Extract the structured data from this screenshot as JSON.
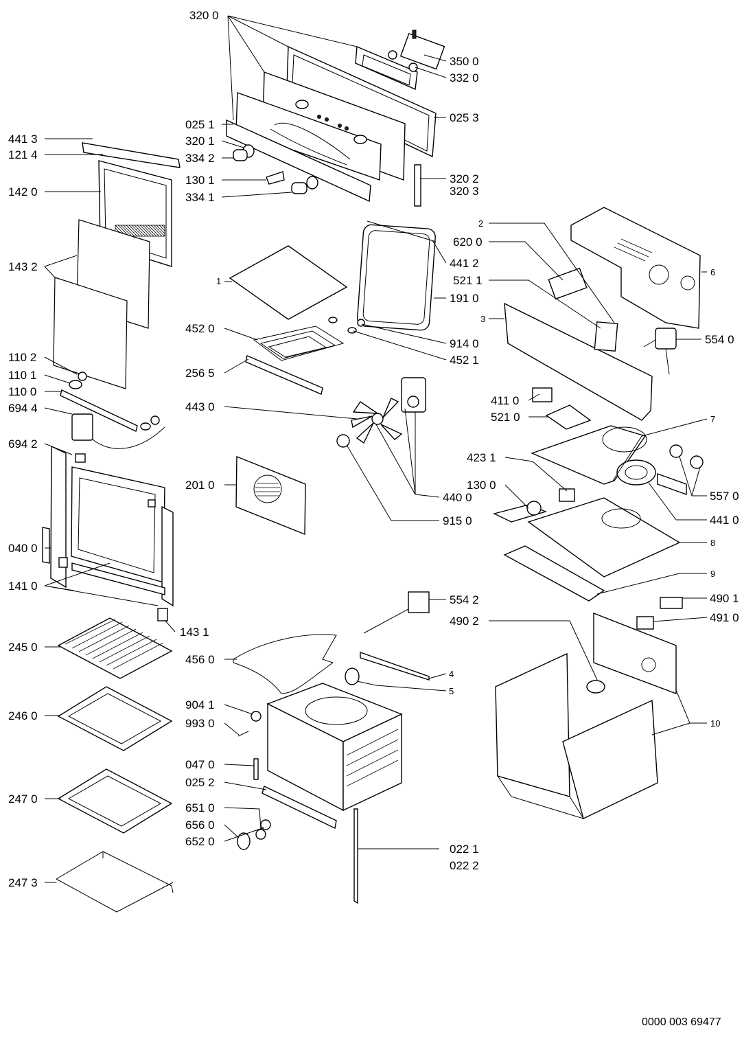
{
  "document_number": "0000 003 69477",
  "callouts": [
    {
      "id": "c3200",
      "text": "320 0"
    },
    {
      "id": "c3500",
      "text": "350 0"
    },
    {
      "id": "c3320",
      "text": "332 0"
    },
    {
      "id": "c0253",
      "text": "025 3"
    },
    {
      "id": "c0251",
      "text": "025 1"
    },
    {
      "id": "c3201",
      "text": "320 1"
    },
    {
      "id": "c3342",
      "text": "334 2"
    },
    {
      "id": "c1301",
      "text": "130 1"
    },
    {
      "id": "c3341",
      "text": "334 1"
    },
    {
      "id": "c3202",
      "text": "320 2"
    },
    {
      "id": "c3203",
      "text": "320 3"
    },
    {
      "id": "c4413",
      "text": "441 3"
    },
    {
      "id": "c1214",
      "text": "121 4"
    },
    {
      "id": "c1420",
      "text": "142 0"
    },
    {
      "id": "c1432",
      "text": "143 2"
    },
    {
      "id": "c1102",
      "text": "110 2"
    },
    {
      "id": "c1101",
      "text": "110 1"
    },
    {
      "id": "c1100",
      "text": "110 0"
    },
    {
      "id": "c6944",
      "text": "694 4"
    },
    {
      "id": "c6942",
      "text": "694 2"
    },
    {
      "id": "c0400",
      "text": "040 0"
    },
    {
      "id": "c1410",
      "text": "141 0"
    },
    {
      "id": "c1431",
      "text": "143 1"
    },
    {
      "id": "c2450",
      "text": "245 0"
    },
    {
      "id": "c2460",
      "text": "246 0"
    },
    {
      "id": "c2470",
      "text": "247 0"
    },
    {
      "id": "c2473",
      "text": "247 3"
    },
    {
      "id": "c1",
      "text": "1"
    },
    {
      "id": "c4412",
      "text": "441 2"
    },
    {
      "id": "c1910",
      "text": "191 0"
    },
    {
      "id": "c4520",
      "text": "452 0"
    },
    {
      "id": "c9140",
      "text": "914 0"
    },
    {
      "id": "c4521",
      "text": "452 1"
    },
    {
      "id": "c2565",
      "text": "256 5"
    },
    {
      "id": "c4430",
      "text": "443 0"
    },
    {
      "id": "c2010",
      "text": "201 0"
    },
    {
      "id": "c4400",
      "text": "440 0"
    },
    {
      "id": "c9150",
      "text": "915 0"
    },
    {
      "id": "c2",
      "text": "2"
    },
    {
      "id": "c6200",
      "text": "620 0"
    },
    {
      "id": "c5211",
      "text": "521 1"
    },
    {
      "id": "c6",
      "text": "6"
    },
    {
      "id": "c3",
      "text": "3"
    },
    {
      "id": "c5540",
      "text": "554 0"
    },
    {
      "id": "c4110",
      "text": "411 0"
    },
    {
      "id": "c5210",
      "text": "521 0"
    },
    {
      "id": "c7",
      "text": "7"
    },
    {
      "id": "c4231",
      "text": "423 1"
    },
    {
      "id": "c1300",
      "text": "130 0"
    },
    {
      "id": "c5570",
      "text": "557 0"
    },
    {
      "id": "c4410",
      "text": "441 0"
    },
    {
      "id": "c8",
      "text": "8"
    },
    {
      "id": "c9",
      "text": "9"
    },
    {
      "id": "c5542",
      "text": "554 2"
    },
    {
      "id": "c4902",
      "text": "490 2"
    },
    {
      "id": "c4901",
      "text": "490 1"
    },
    {
      "id": "c4910",
      "text": "491 0"
    },
    {
      "id": "c4560",
      "text": "456 0"
    },
    {
      "id": "c4",
      "text": "4"
    },
    {
      "id": "c5",
      "text": "5"
    },
    {
      "id": "c9041",
      "text": "904 1"
    },
    {
      "id": "c9930",
      "text": "993 0"
    },
    {
      "id": "c0470",
      "text": "047 0"
    },
    {
      "id": "c0252",
      "text": "025 2"
    },
    {
      "id": "c6510",
      "text": "651 0"
    },
    {
      "id": "c6560",
      "text": "656 0"
    },
    {
      "id": "c6520",
      "text": "652 0"
    },
    {
      "id": "c0221",
      "text": "022 1"
    },
    {
      "id": "c0222",
      "text": "022 2"
    },
    {
      "id": "c10",
      "text": "10"
    }
  ]
}
